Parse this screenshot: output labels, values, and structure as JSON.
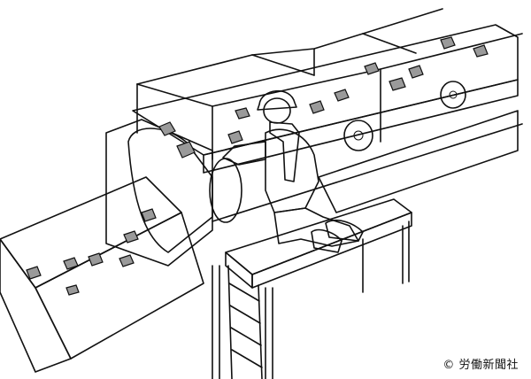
{
  "illustration": {
    "credit": "© 労働新聞社",
    "colors": {
      "ink": "#111111",
      "belt": "#f2f2f2",
      "steel": "#ffffff",
      "shade": "#c8c8c8",
      "dark": "#7a7a7a",
      "rock": "#9a9a9a"
    },
    "icons": [
      "worker-figure",
      "hard-hat-icon",
      "grating-platform",
      "ladder",
      "roller",
      "ore-rock"
    ]
  }
}
